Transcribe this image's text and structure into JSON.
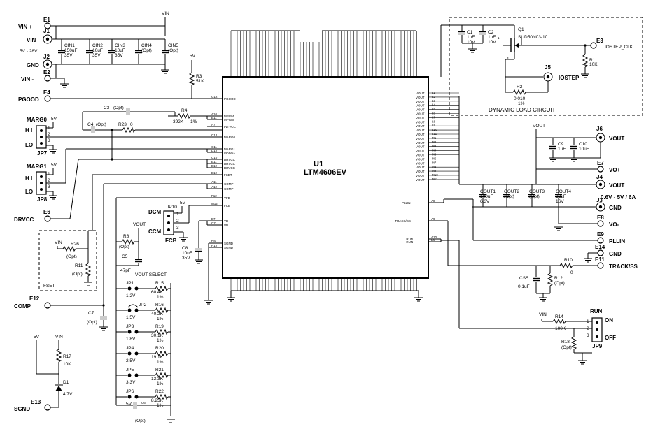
{
  "ic": {
    "ref": "U1",
    "part": "LTM4606EV"
  },
  "rails": {
    "vin": "VIN",
    "five_v": "5V",
    "vout": "VOUT"
  },
  "terminals": {
    "e1": "E1",
    "vin_plus": "VIN +",
    "j1": "J1",
    "vin": "VIN",
    "vin_range": "5V - 28V",
    "j2": "J2",
    "gnd": "GND",
    "e2": "E2",
    "vin_minus": "VIN -",
    "e4": "E4",
    "pgood": "PGOOD",
    "e6": "E6",
    "drvcc": "DRVCC",
    "e12": "E12",
    "comp": "COMP",
    "e13": "E13",
    "sgnd": "SGND",
    "e3": "E3",
    "iostep_clk": "IOSTEP_CLK",
    "j5": "J5",
    "iostep": "IOSTEP",
    "j6": "J6",
    "vout_j6": "VOUT",
    "e7": "E7",
    "vo_plus": "VO+",
    "j4": "J4",
    "vout_j4": "VOUT",
    "vout_range": "0.6V - 5V / 6A",
    "j3": "J3",
    "gnd_j3": "GND",
    "e8": "E8",
    "vo_minus": "VO-",
    "e9": "E9",
    "pllin": "PLLIN",
    "e14": "E14",
    "gnd_e14": "GND",
    "e11": "E11",
    "track_ss": "TRACK/SS"
  },
  "caps_in": [
    {
      "ref": "CIN1",
      "value": "150uF",
      "rating": "35V"
    },
    {
      "ref": "CIN2",
      "value": "10uF",
      "rating": "35V"
    },
    {
      "ref": "CIN3",
      "value": "10uF",
      "rating": "35V"
    },
    {
      "ref": "CIN4",
      "value": "(Opt)",
      "rating": ""
    },
    {
      "ref": "CIN5",
      "value": "(Opt)",
      "rating": ""
    }
  ],
  "caps_out": [
    {
      "ref": "COUT1",
      "value": "100uF",
      "rating": "6.3V"
    },
    {
      "ref": "COUT2",
      "value": "(Opt)",
      "rating": ""
    },
    {
      "ref": "COUT3",
      "value": "(Opt)",
      "rating": ""
    },
    {
      "ref": "COUT4",
      "value": "22uF",
      "rating": "16V"
    }
  ],
  "parts": {
    "r3": "R3",
    "r3v": "51K",
    "c3": "C3",
    "c3v": "(Opt)",
    "r4": "R4",
    "r4v": "392K",
    "r4t": "1%",
    "c4": "C4",
    "c4v": "(Opt)",
    "r23": "R23",
    "r23v": "0",
    "r26": "R26",
    "r26v": "(Opt)",
    "r11": "R11",
    "r11v": "(Opt)",
    "fset": "FSET",
    "r8": "R8",
    "r8v": "(Opt)",
    "c5": "C5",
    "c5v": "47pF",
    "c7": "C7",
    "c7v": "(Opt)",
    "c8": "C8",
    "c8v": "10uF",
    "c8r": "35V",
    "r17": "R17",
    "r17v": "10K",
    "d1": "D1",
    "d1v": "4.7V",
    "c1": "C1",
    "c1v": "1uF",
    "c1r": "10V",
    "c2": "C2",
    "c2v": "1uF",
    "c2r": "10V",
    "q1": "Q1",
    "q1v": "SUD50N03-10",
    "r1": "R1",
    "r1v": "10K",
    "r2": "R2",
    "r2v": "0.010",
    "r2t": "1%",
    "dyn": "DYNAMIC LOAD CIRCUIT",
    "c9": "C9",
    "c9v": "1uF",
    "c10": "C10",
    "c10v": "10uF",
    "r10": "R10",
    "r10v": "0",
    "css": "CSS",
    "cssv": "0.1uF",
    "r12": "R12",
    "r12v": "(Opt)",
    "r14": "R14",
    "r14v": "100K",
    "r18": "R18",
    "r18v": "(Opt)",
    "c6": "C6",
    "c6v": "(Opt)",
    "vout_select": "VOUT SELECT"
  },
  "jumpers": {
    "marg0": "MARG0",
    "jp7": "JP7",
    "marg1": "MARG1",
    "jp8": "JP8",
    "hi": "H I",
    "lo": "LO",
    "jp10": "JP10",
    "dcm": "DCM",
    "ccm": "CCM",
    "fcb": "FCB",
    "jp9": "JP9",
    "run": "RUN",
    "on": "ON",
    "off": "OFF",
    "n1": "1",
    "n2": "2",
    "n3": "3"
  },
  "vout_select": [
    {
      "jp": "JP1",
      "volt": "1.2V",
      "r": "R15",
      "val": "60.4K",
      "tol": "1%"
    },
    {
      "jp": "JP2",
      "volt": "1.5V",
      "r": "R16",
      "val": "40.2K",
      "tol": "1%"
    },
    {
      "jp": "JP3",
      "volt": "1.8V",
      "r": "R19",
      "val": "30.1K",
      "tol": "1%"
    },
    {
      "jp": "JP4",
      "volt": "2.5V",
      "r": "R20",
      "val": "19.1K",
      "tol": "1%"
    },
    {
      "jp": "JP5",
      "volt": "3.3V",
      "r": "R21",
      "val": "13.3K",
      "tol": "1%"
    },
    {
      "jp": "JP6",
      "volt": "5V",
      "r": "R22",
      "val": "8.25K",
      "tol": "1%"
    }
  ],
  "left_pins": [
    {
      "num": "G12",
      "name": "PGOOD"
    },
    {
      "num": "A10",
      "name": "MPGM"
    },
    {
      "num": "B11",
      "name": "MPGM"
    },
    {
      "num": "A7",
      "name": "INTVCC"
    },
    {
      "num": "C12",
      "name": "MARG0"
    },
    {
      "num": "C11",
      "name": "MARG1"
    },
    {
      "num": "D12",
      "name": "MARG1"
    },
    {
      "num": "C10",
      "name": "DRVCC"
    },
    {
      "num": "E11",
      "name": "DRVCC"
    },
    {
      "num": "E12",
      "name": "DRVCC"
    },
    {
      "num": "B12",
      "name": "FSET"
    },
    {
      "num": "A11",
      "name": "COMP"
    },
    {
      "num": "A12",
      "name": "COMP"
    },
    {
      "num": "F12",
      "name": "VFB"
    },
    {
      "num": "M12",
      "name": "FCB"
    },
    {
      "num": "B7",
      "name": "VD"
    },
    {
      "num": "C7",
      "name": "VD"
    },
    {
      "num": "D9",
      "name": "SGND"
    },
    {
      "num": "H12",
      "name": "SGND"
    }
  ],
  "right_pins": [
    {
      "num": "L1",
      "name": "VOUT"
    },
    {
      "num": "L2",
      "name": "VOUT"
    },
    {
      "num": "L3",
      "name": "VOUT"
    },
    {
      "num": "L4",
      "name": "VOUT"
    },
    {
      "num": "L5",
      "name": "VOUT"
    },
    {
      "num": "L6",
      "name": "VOUT"
    },
    {
      "num": "L7",
      "name": "VOUT"
    },
    {
      "num": "L8",
      "name": "VOUT"
    },
    {
      "num": "L9",
      "name": "VOUT"
    },
    {
      "num": "L10",
      "name": "VOUT"
    },
    {
      "num": "L11",
      "name": "VOUT"
    },
    {
      "num": "M1",
      "name": "VOUT"
    },
    {
      "num": "M2",
      "name": "VOUT"
    },
    {
      "num": "M3",
      "name": "VOUT"
    },
    {
      "num": "M4",
      "name": "VOUT"
    },
    {
      "num": "M5",
      "name": "VOUT"
    },
    {
      "num": "M6",
      "name": "VOUT"
    },
    {
      "num": "M7",
      "name": "VOUT"
    },
    {
      "num": "M8",
      "name": "VOUT"
    },
    {
      "num": "M9",
      "name": "VOUT"
    },
    {
      "num": "M10",
      "name": "VOUT"
    },
    {
      "num": "M11",
      "name": "VOUT"
    }
  ],
  "right_signal_pins": [
    {
      "num": "A8",
      "name": "PLLIN"
    },
    {
      "num": "A9",
      "name": "TRACK/SS"
    },
    {
      "num": "A10",
      "name": "RUN"
    },
    {
      "num": "B9",
      "name": "RUN"
    }
  ]
}
